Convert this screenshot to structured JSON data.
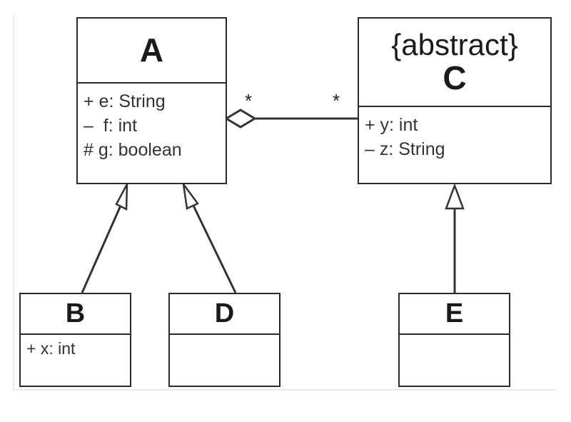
{
  "diagram": {
    "classes": {
      "A": {
        "name": "A",
        "attributes": [
          "+ e: String",
          "–  f: int",
          "# g: boolean"
        ]
      },
      "C": {
        "stereotype": "{abstract}",
        "name": "C",
        "attributes": [
          "+ y: int",
          "– z: String"
        ]
      },
      "B": {
        "name": "B",
        "attributes": [
          "+ x: int"
        ]
      },
      "D": {
        "name": "D",
        "attributes": []
      },
      "E": {
        "name": "E",
        "attributes": []
      }
    },
    "aggregation": {
      "multiplicity_whole": "*",
      "multiplicity_part": "*"
    }
  }
}
